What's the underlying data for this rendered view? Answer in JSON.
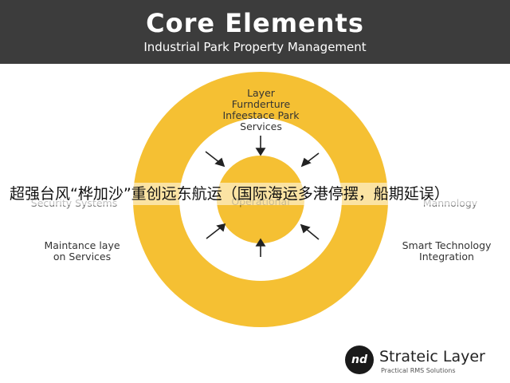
{
  "header": {
    "title": "Core Elements",
    "subtitle": "Industrial Park Property Management"
  },
  "diagram": {
    "ring_color": "#f5c033",
    "top_label": [
      "Layer",
      "Furnderture",
      "Infeestace Park",
      "Services"
    ],
    "left_top_label": [
      "Security Systems"
    ],
    "center_label": "Operational",
    "right_top_label": [
      "Mannology"
    ],
    "left_bottom_label": [
      "Maintance laye",
      "on Services"
    ],
    "right_bottom_label": [
      "Smart Technology",
      "Integration"
    ]
  },
  "overlay_text": "超强台风“桦加沙”重创远东航运（国际海运多港停摆，船期延误）",
  "footer": {
    "logo_text": "nd",
    "brand": "Strateic Layer",
    "brand_sub": "Practical RMS Solutions"
  }
}
